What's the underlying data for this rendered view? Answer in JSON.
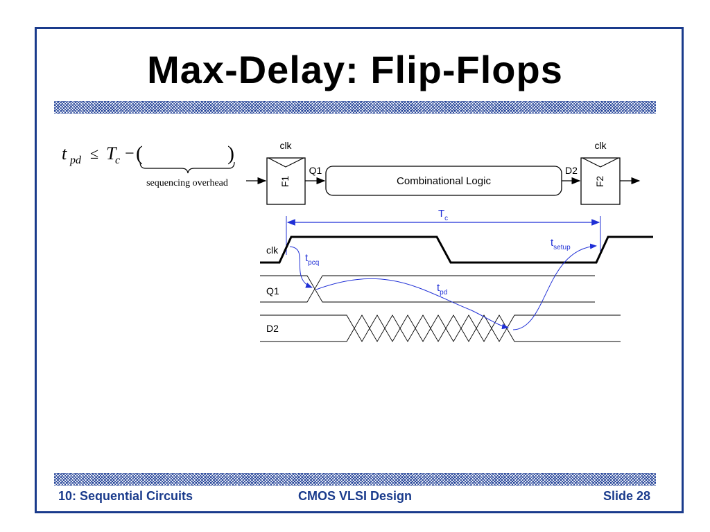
{
  "slide": {
    "title": "Max-Delay: Flip-Flops",
    "footer_left": "10: Sequential Circuits",
    "footer_center": "CMOS VLSI Design",
    "footer_right": "Slide 28"
  },
  "equation": {
    "t": "t",
    "pd_sub": "pd",
    "le": "≤",
    "T": "T",
    "c_sub": "c",
    "minus": "−",
    "open_paren": "(",
    "close_paren": ")",
    "brace_label": "sequencing overhead"
  },
  "circuit": {
    "clk_left": "clk",
    "clk_right": "clk",
    "f1": "F1",
    "f2": "F2",
    "q1": "Q1",
    "d2": "D2",
    "logic": "Combinational Logic"
  },
  "timing": {
    "tc_main": "T",
    "tc_sub": "c",
    "clk_label": "clk",
    "q1_label": "Q1",
    "d2_label": "D2",
    "tpcq_main": "t",
    "tpcq_sub": "pcq",
    "tpd_main": "t",
    "tpd_sub": "pd",
    "tsetup_main": "t",
    "tsetup_sub": "setup"
  },
  "colors": {
    "frame": "#1a3b8c",
    "annotation_blue": "#1f2fd6"
  }
}
